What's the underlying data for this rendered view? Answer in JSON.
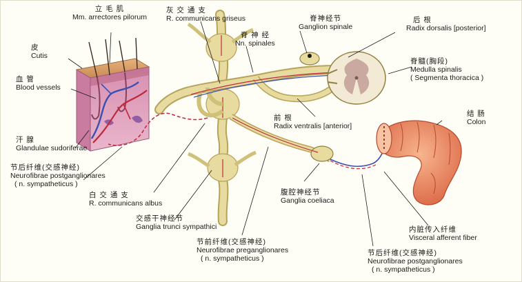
{
  "labels": {
    "arrector": {
      "zh": "立 毛 肌",
      "la": "Mm. arrectores pilorum"
    },
    "cutis": {
      "zh": "皮",
      "la": "Cutis"
    },
    "vessels": {
      "zh": "血 管",
      "la": "Blood vessels"
    },
    "sweat": {
      "zh": "汗 腺",
      "la": "Glandulae sudoriferae"
    },
    "postgang_left": {
      "zh": "节后纤维(交感神经)",
      "la": "Neurofibrae postganglionares",
      "la2": "( n. sympatheticus )"
    },
    "grey_ramus": {
      "zh": "灰 交 通 支",
      "la": "R. communicans griseus"
    },
    "spinal_nerve": {
      "zh": "脊 神 经",
      "la": "Nn. spinales"
    },
    "ganglion_spinale": {
      "zh": "脊神经节",
      "la": "Ganglion spinale"
    },
    "dorsal_root": {
      "zh": "后 根",
      "la": "Radix dorsalis [posterior]"
    },
    "medulla": {
      "zh": "脊髓(胸段)",
      "la": "Medulla spinalis",
      "la2": "( Segmenta thoracica )"
    },
    "ventral_root": {
      "zh": "前 根",
      "la": "Radix ventralis [anterior]"
    },
    "colon": {
      "zh": "结 肠",
      "la": "Colon"
    },
    "white_ramus": {
      "zh": "白 交 通 支",
      "la": "R. communicans albus"
    },
    "trunk_ganglia": {
      "zh": "交感干神经节",
      "la": "Ganglia trunci sympathici"
    },
    "celiac": {
      "zh": "腹腔神经节",
      "la": "Ganglia coeliaca"
    },
    "visceral": {
      "zh": "内脏传入纤维",
      "la": "Visceral afferent fiber"
    },
    "preganglionic": {
      "zh": "节前纤维(交感神经)",
      "la": "Neurofibrae preganglionares",
      "la2": "( n. sympatheticus )"
    },
    "postgang_right": {
      "zh": "节后纤维(交感神经)",
      "la": "Neurofibrae postganglionares",
      "la2": "( n. sympatheticus )"
    }
  }
}
